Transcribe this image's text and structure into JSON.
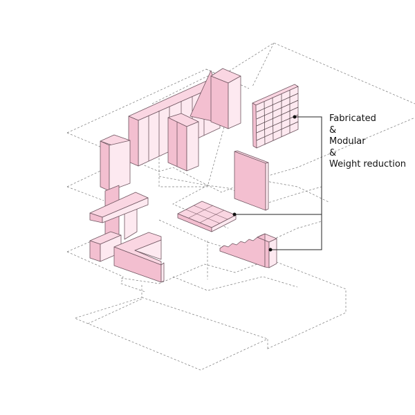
{
  "diagram": {
    "type": "axonometric exploded building diagram",
    "annotation": {
      "lines": [
        "Fabricated",
        "&",
        "Modular",
        "&",
        "Weight reduction"
      ]
    },
    "colors": {
      "component_dark": "#f3bfd0",
      "component_light": "#fde9f0",
      "component_top": "#fad6e2",
      "outline": "#6f5560",
      "dashed_plan": "#777777",
      "leader_line": "#222222"
    },
    "components": [
      {
        "name": "perforated-shelf-wall-module",
        "callout": true
      },
      {
        "name": "grid-floor-slab-module",
        "callout": true
      },
      {
        "name": "stair-block-module",
        "callout": true
      },
      {
        "name": "long-partition-wall"
      },
      {
        "name": "tall-tower-block"
      },
      {
        "name": "central-box-block"
      },
      {
        "name": "right-panel-wall"
      },
      {
        "name": "left-stacked-blocks"
      },
      {
        "name": "l-shaped-bench"
      }
    ]
  }
}
